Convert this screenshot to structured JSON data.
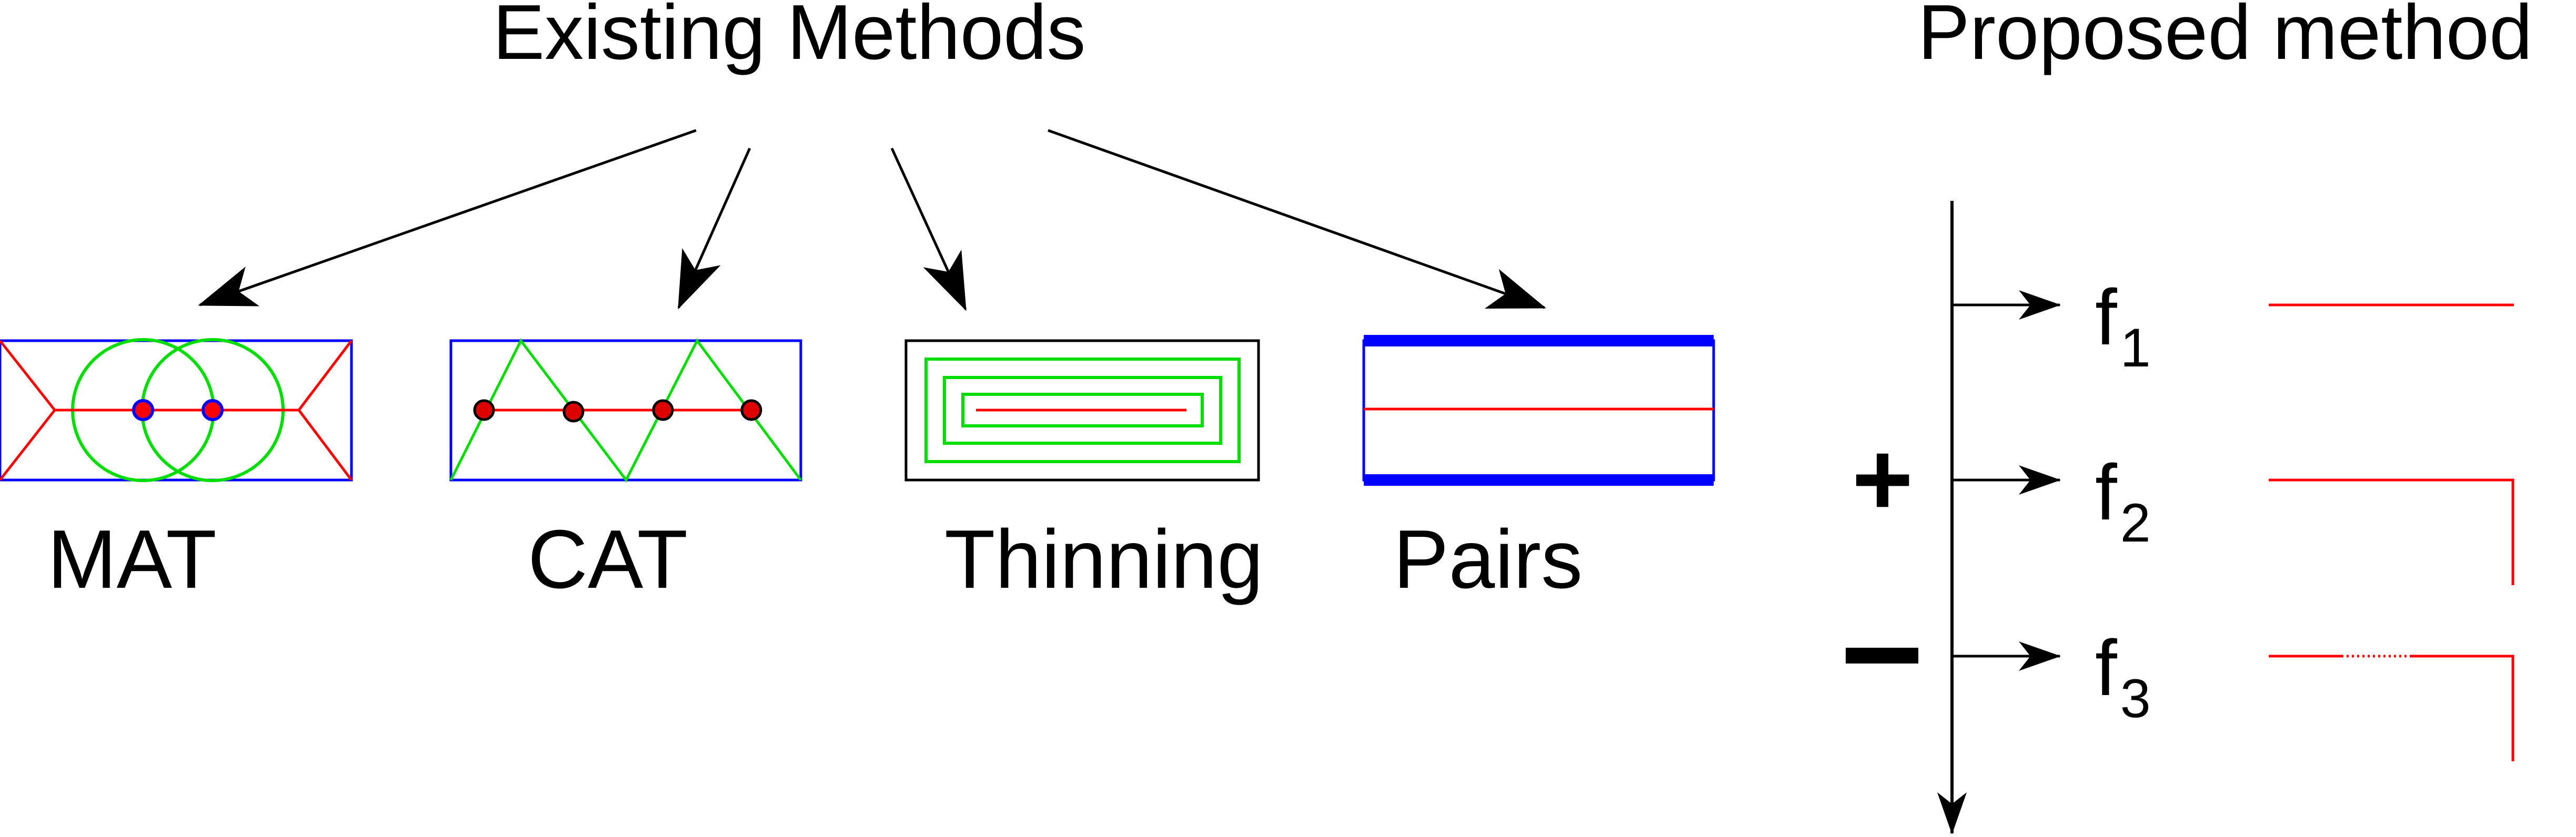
{
  "headings": {
    "existing": "Existing Methods",
    "proposed": "Proposed method"
  },
  "methods": [
    {
      "id": "mat",
      "label": "MAT"
    },
    {
      "id": "cat",
      "label": "CAT"
    },
    {
      "id": "thinning",
      "label": "Thinning"
    },
    {
      "id": "pairs",
      "label": "Pairs"
    }
  ],
  "proposed": {
    "signs": {
      "plus": "+",
      "minus": "−"
    },
    "features": [
      {
        "letter": "f",
        "sub": "1"
      },
      {
        "letter": "f",
        "sub": "2"
      },
      {
        "letter": "f",
        "sub": "3"
      }
    ]
  },
  "colors": {
    "outline": "#0000ff",
    "skeleton": "#ff0000",
    "construction": "#00dd00",
    "arrow": "#000000",
    "point_outline": "#000000"
  }
}
